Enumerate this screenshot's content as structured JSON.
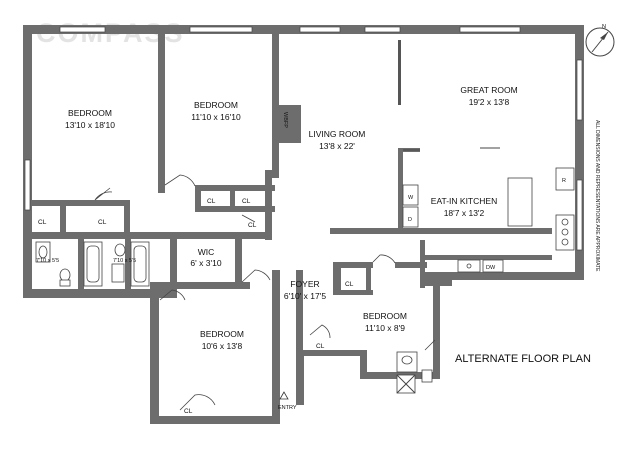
{
  "brand": {
    "logo": "COMPASS"
  },
  "plan_title": "ALTERNATE FLOOR PLAN",
  "disclaimer": "ALL DIMENSIONS AND REPRESENTATIONS ARE APPROXIMATE",
  "entry_label": "ENTRY",
  "rooms": {
    "bedroom1": {
      "name": "BEDROOM",
      "dim": "13'10 x 18'10"
    },
    "bedroom2": {
      "name": "BEDROOM",
      "dim": "11'10 x 16'10"
    },
    "living": {
      "name": "LIVING ROOM",
      "dim": "13'8 x 22'"
    },
    "great": {
      "name": "GREAT ROOM",
      "dim": "19'2 x 13'8"
    },
    "kitchen": {
      "name": "EAT-IN KITCHEN",
      "dim": "18'7 x 13'2"
    },
    "wic": {
      "name": "WIC",
      "dim": "6' x 3'10"
    },
    "foyer": {
      "name": "FOYER",
      "dim": "6'10' x 17'5"
    },
    "bedroom3": {
      "name": "BEDROOM",
      "dim": "10'6 x 13'8"
    },
    "bedroom4": {
      "name": "BEDROOM",
      "dim": "11'10 x 8'9"
    },
    "bath1": {
      "dim": "7'10 x 5'5"
    },
    "bath2": {
      "dim": "7'10 x 5'5"
    }
  },
  "closets": {
    "label": "CL"
  },
  "fixtures": {
    "wbfp": "WBFP",
    "washer": "W",
    "dryer": "D",
    "dishwasher": "DW",
    "fridge": "R"
  },
  "compass": {
    "label": "N"
  }
}
